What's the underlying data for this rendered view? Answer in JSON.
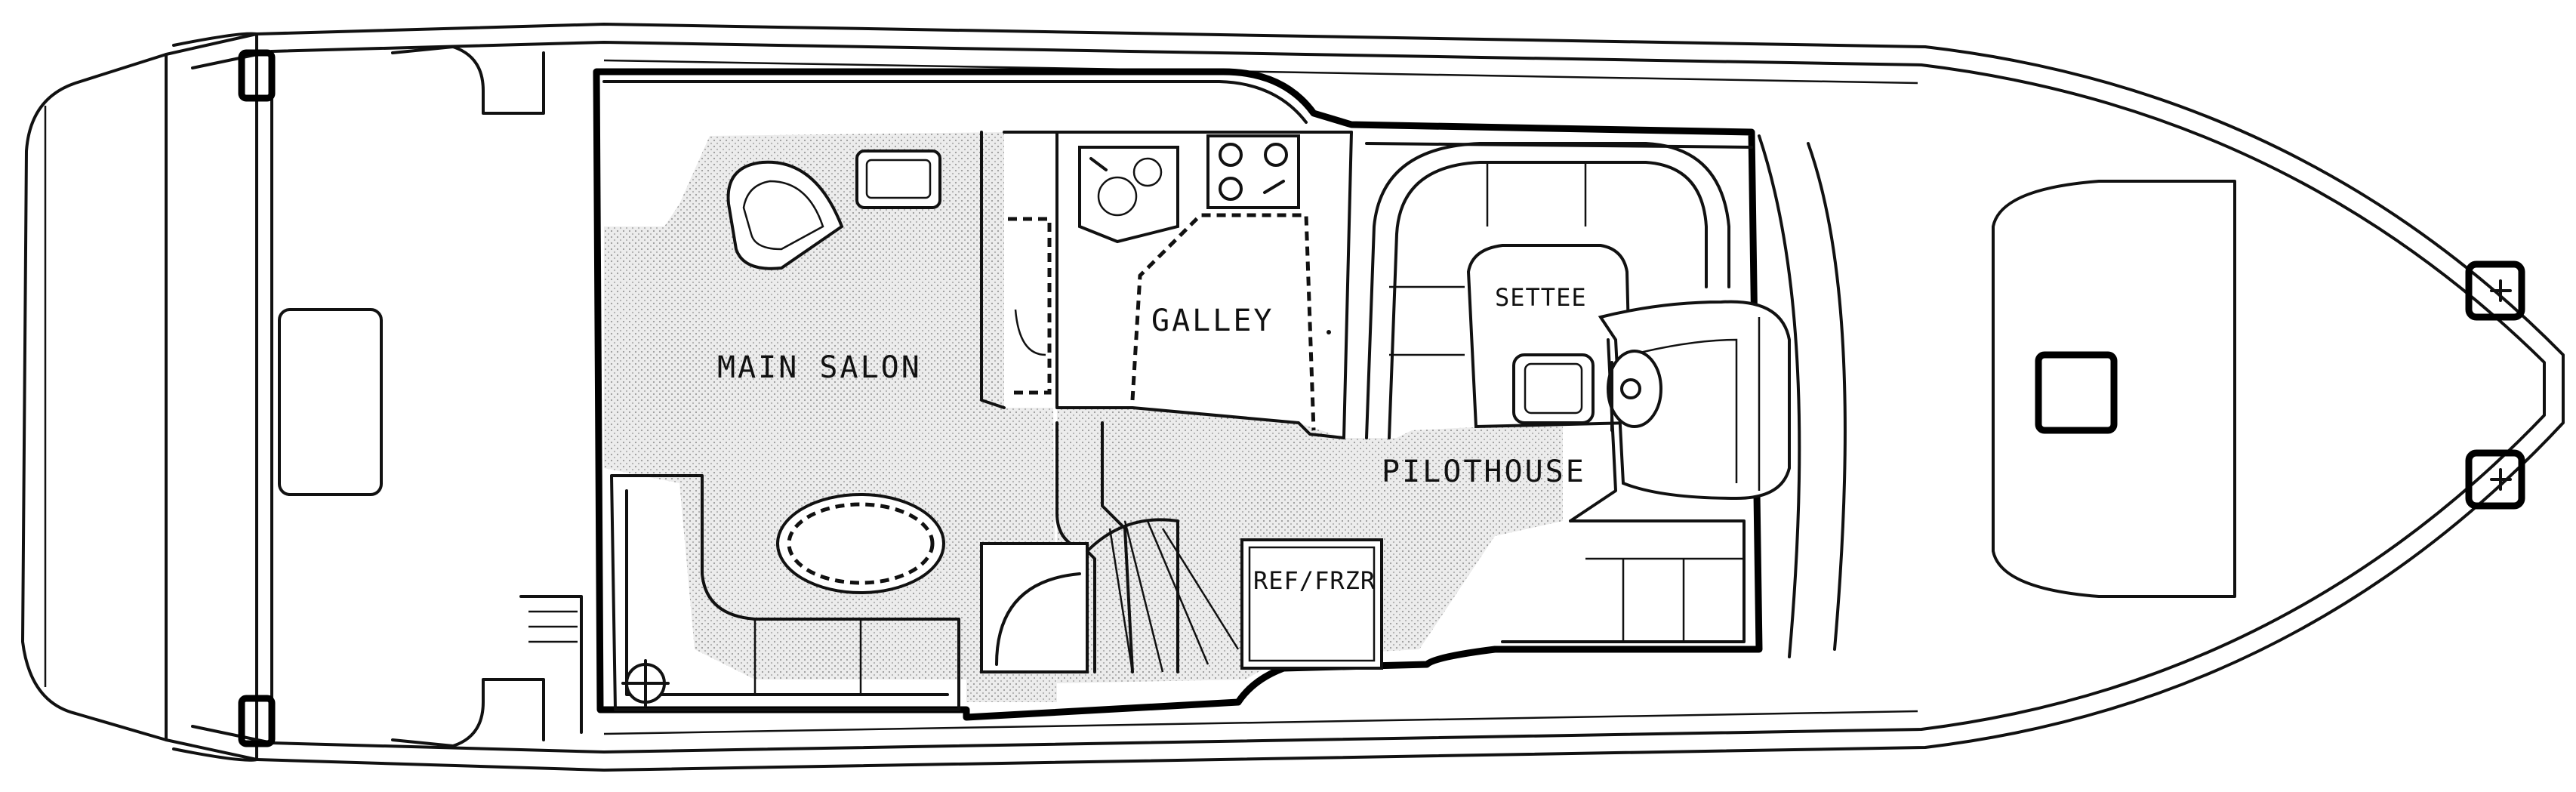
{
  "rooms": {
    "main_salon": "MAIN SALON",
    "galley": "GALLEY",
    "settee": "SETTEE",
    "pilothouse": "PILOTHOUSE",
    "ref_frzr": "REF/FRZR"
  },
  "colors": {
    "line": "#111111",
    "floor_stipple": "#cfcfcf",
    "background": "#ffffff"
  }
}
